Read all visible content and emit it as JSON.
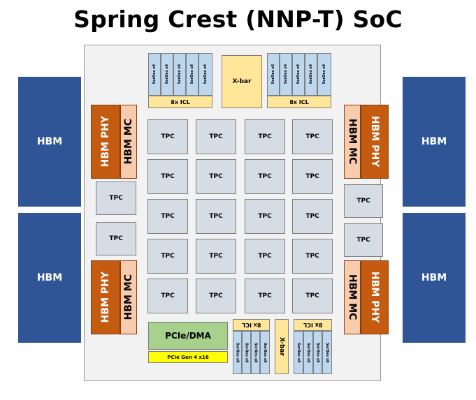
{
  "title": "Spring Crest (NNP-T) SoC",
  "hbm_label": "HBM",
  "hbm_phy_label": "HBM PHY",
  "hbm_mc_label": "HBM MC",
  "tpc_label": "TPC",
  "serdes_label": "SerDes x8",
  "icl_label": "8x ICL",
  "xbar_label": "X-bar",
  "pcie_label": "PCIe/DMA",
  "pcie_gen_label": "PCIe Gen 4 x16",
  "colors": {
    "hbm": "#2f5597",
    "tpc": "#d5dce4",
    "hbm_phy": "#c55a11",
    "hbm_mc": "#f8cbad",
    "serdes": "#bdd7ee",
    "icl_xbar": "#ffe699",
    "pcie": "#a9d18e",
    "pcie_gen": "#ffff00"
  }
}
